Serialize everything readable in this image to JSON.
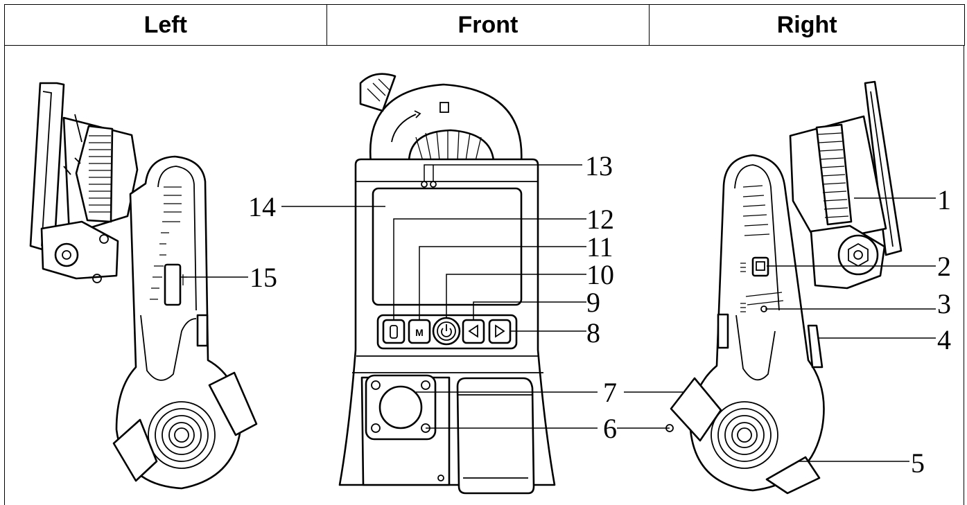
{
  "header": {
    "left": "Left",
    "front": "Front",
    "right": "Right"
  },
  "callouts": {
    "c1": "1",
    "c2": "2",
    "c3": "3",
    "c4": "4",
    "c5": "5",
    "c6": "6",
    "c7": "7",
    "c8": "8",
    "c9": "9",
    "c10": "10",
    "c11": "11",
    "c12": "12",
    "c13": "13",
    "c14": "14",
    "c15": "15"
  },
  "buttons": {
    "mode": "M"
  }
}
